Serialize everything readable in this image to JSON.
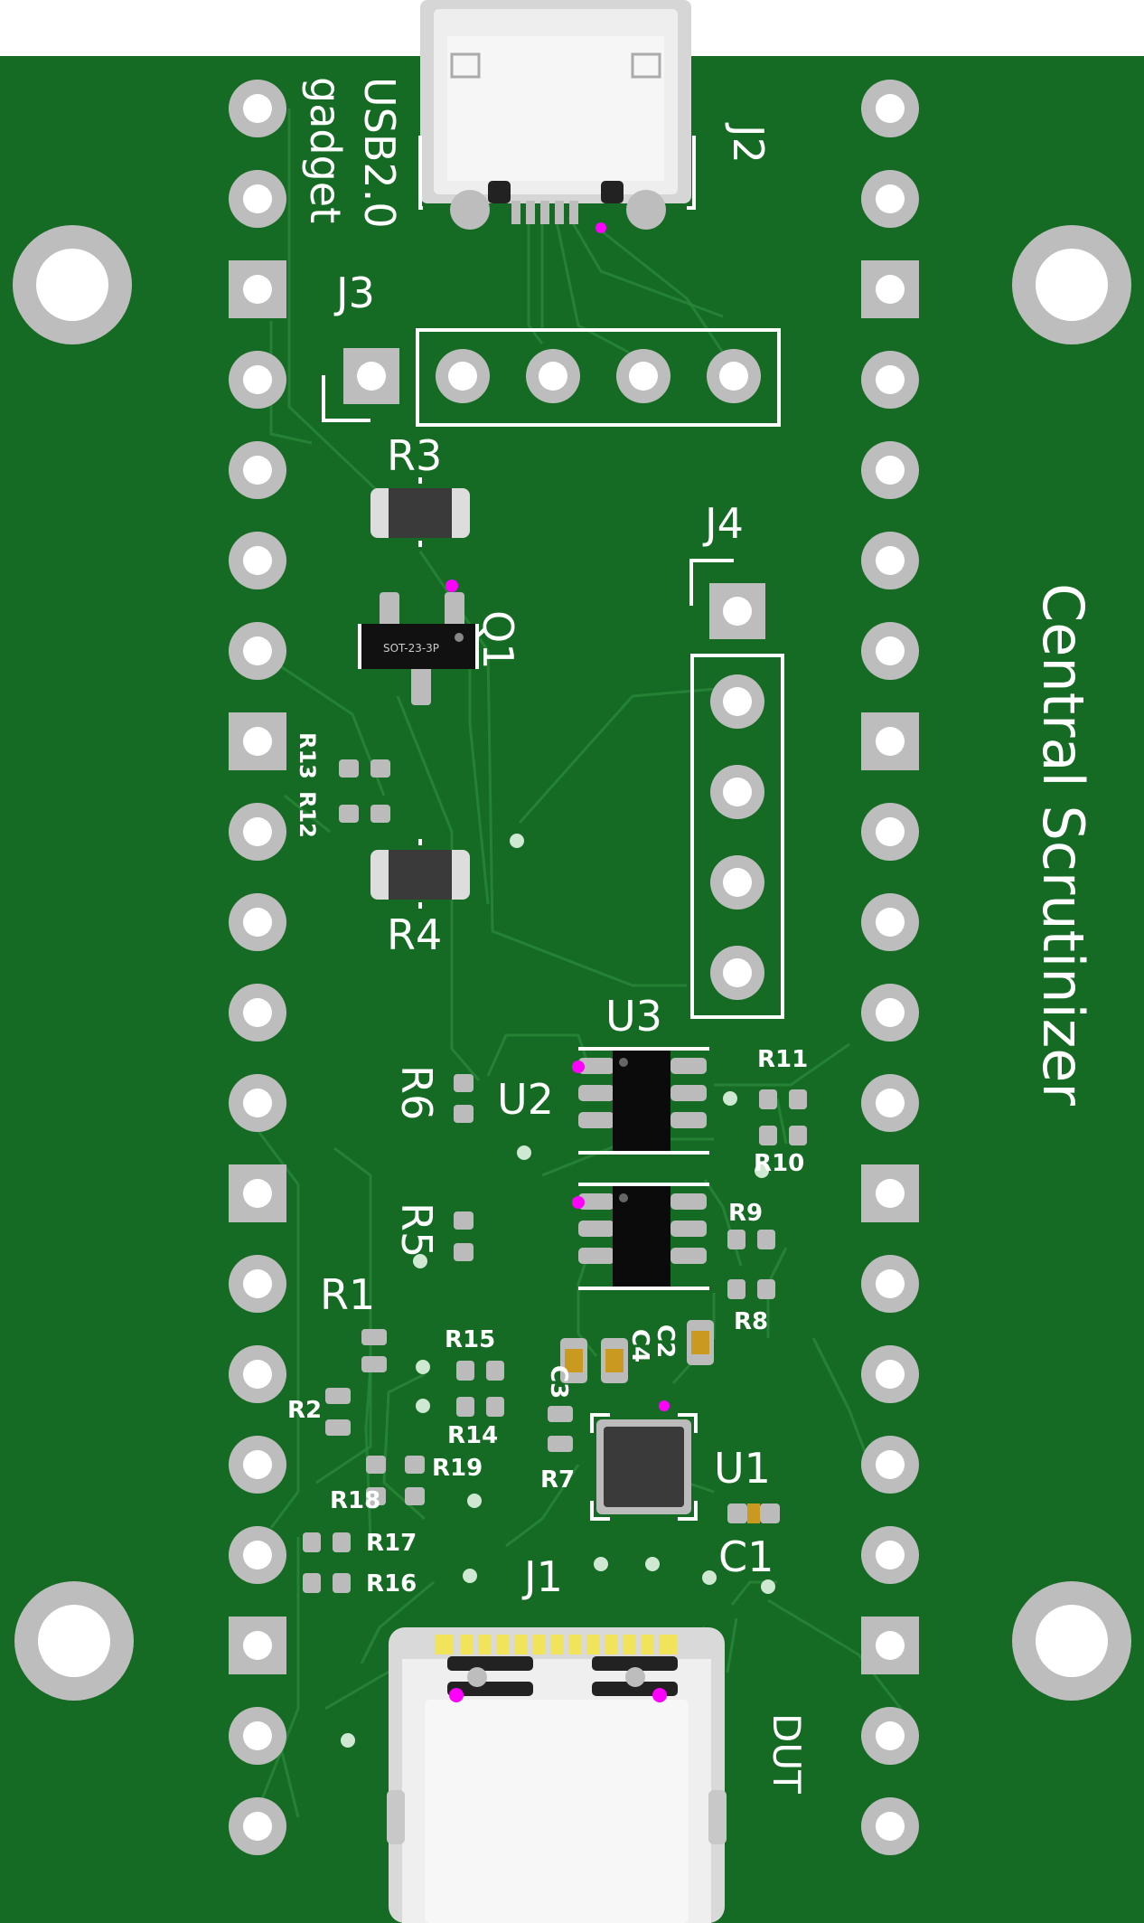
{
  "board": {
    "title": "Central Scrutinizer",
    "colors": {
      "pcb": "#156b24",
      "trace": "#2b8a3a",
      "pad": "#bdbdbd",
      "silkscreen": "#ffffff",
      "marker": "#ff00ff",
      "capacitor": "#c99a1f"
    }
  },
  "labels": {
    "usb_gadget_line1": "USB2.0",
    "usb_gadget_line2": "gadget",
    "dut": "DUT",
    "j1": "J1",
    "j2": "J2",
    "j3": "J3",
    "j4": "J4",
    "q1": "Q1",
    "q1_package": "SOT-23-3P",
    "u1": "U1",
    "u2": "U2",
    "u3": "U3",
    "r1": "R1",
    "r2": "R2",
    "r3": "R3",
    "r4": "R4",
    "r5": "R5",
    "r6": "R6",
    "r7": "R7",
    "r8": "R8",
    "r9": "R9",
    "r10": "R10",
    "r11": "R11",
    "r12": "R12",
    "r13": "R13",
    "r14": "R14",
    "r15": "R15",
    "r16": "R16",
    "r17": "R17",
    "r18": "R18",
    "r19": "R19",
    "c1": "C1",
    "c2": "C2",
    "c3": "C3",
    "c4": "C4"
  },
  "icons": {
    "mounting_hole": "mounting-hole-icon",
    "usb_micro": "usb-micro-connector-icon",
    "usb_c": "usb-c-connector-icon"
  }
}
